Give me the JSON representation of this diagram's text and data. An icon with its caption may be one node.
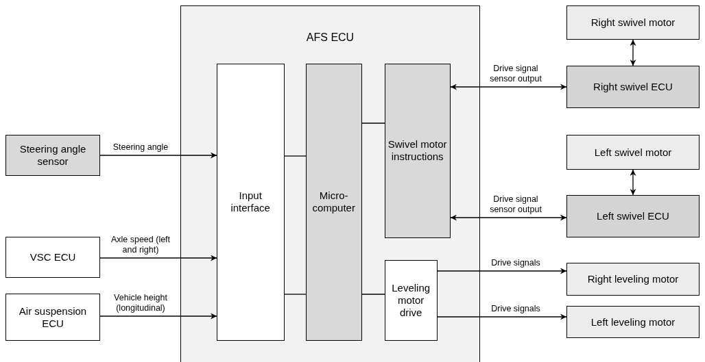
{
  "diagram": {
    "nodes": [
      {
        "text": [
          "AFS ECU"
        ]
      },
      {
        "text": [
          "Input interface"
        ],
        "in": 0
      },
      {
        "text": [
          "Micro-computer"
        ],
        "in": 0
      },
      {
        "text": [
          "Swivel motor instructions"
        ],
        "in": 0
      },
      {
        "text": [
          "Leveling motor drive"
        ],
        "in": 0
      },
      {
        "text": [
          "Steering angle sensor"
        ]
      },
      {
        "text": [
          "VSC ECU"
        ]
      },
      {
        "text": [
          "Air suspension ECU"
        ]
      },
      {
        "text": [
          "Right swivel motor"
        ]
      },
      {
        "text": [
          "Right swivel ECU"
        ]
      },
      {
        "text": [
          "Left swivel motor"
        ]
      },
      {
        "text": [
          "Left swivel ECU"
        ]
      },
      {
        "text": [
          "Right leveling motor"
        ]
      },
      {
        "text": [
          "Left leveling motor"
        ]
      }
    ],
    "edges": [
      {
        "from": 5,
        "to": 1,
        "arrow": "to",
        "label": "Steering angle"
      },
      {
        "from": 6,
        "to": 1,
        "arrow": "to",
        "label": "Axle speed (left and right)"
      },
      {
        "from": 7,
        "to": 1,
        "arrow": "to",
        "label": "Vehicle height (longitudinal)"
      },
      {
        "from": 1,
        "to": 2,
        "arrow": "none"
      },
      {
        "from": 1,
        "to": 2,
        "arrow": "none"
      },
      {
        "from": 2,
        "to": 3,
        "arrow": "none"
      },
      {
        "from": 2,
        "to": 4,
        "arrow": "none"
      },
      {
        "from": 3,
        "to": 9,
        "arrow": "both",
        "label": "Drive signal sensor output"
      },
      {
        "from": 8,
        "to": 9,
        "arrow": "both"
      },
      {
        "from": 3,
        "to": 11,
        "arrow": "both",
        "label": "Drive signal sensor output"
      },
      {
        "from": 10,
        "to": 11,
        "arrow": "both"
      },
      {
        "from": 4,
        "to": 12,
        "arrow": "to",
        "label": "Drive signals"
      },
      {
        "from": 4,
        "to": 13,
        "arrow": "to",
        "label": "Drive signals"
      }
    ]
  }
}
